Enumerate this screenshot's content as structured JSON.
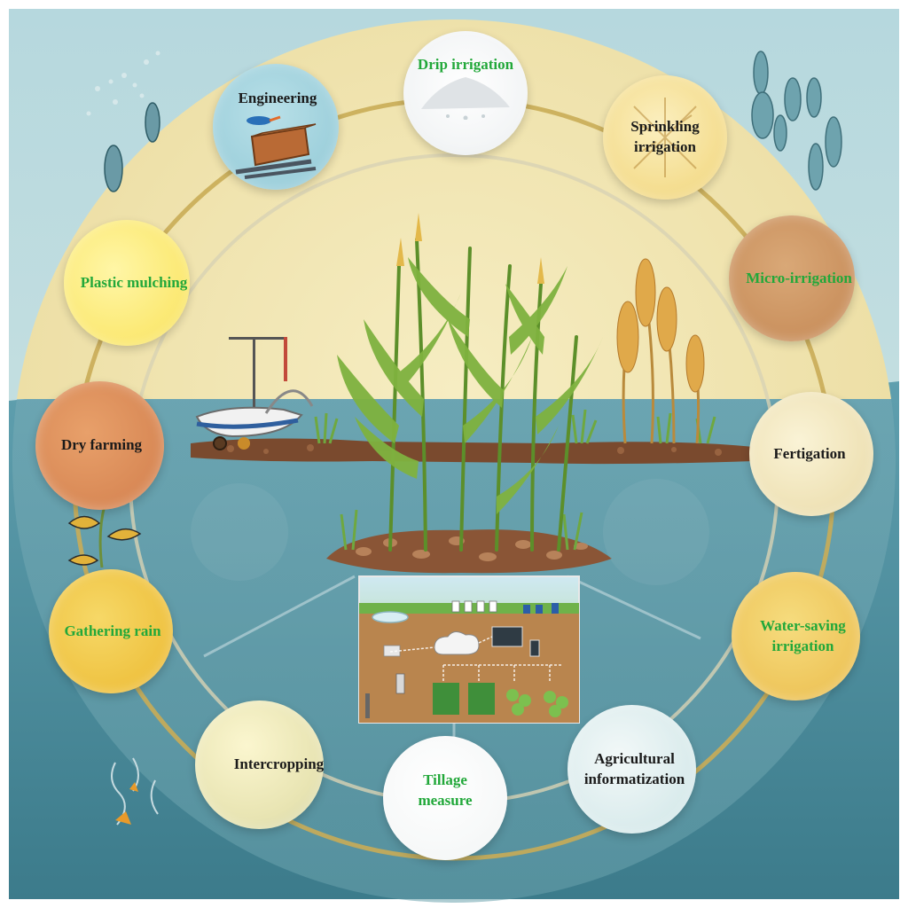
{
  "nodes": {
    "drip_irrigation": {
      "label": "Drip irrigation",
      "color": "#22a83a"
    },
    "sprinkling_irrigation": {
      "label": "Sprinkling\nirrigation",
      "color": "#1a1a1a"
    },
    "micro_irrigation": {
      "label": "Micro-irrigation",
      "color": "#22a83a"
    },
    "fertigation": {
      "label": "Fertigation",
      "color": "#1a1a1a"
    },
    "water_saving_irrigation": {
      "label": "Water-saving\nirrigation",
      "color": "#22a83a"
    },
    "agricultural_informatization": {
      "label": "Agricultural\ninformatization",
      "color": "#1a1a1a"
    },
    "tillage_measure": {
      "label": "Tillage\nmeasure",
      "color": "#22a83a"
    },
    "intercropping": {
      "label": "Intercropping",
      "color": "#1a1a1a"
    },
    "gathering_rain": {
      "label": "Gathering rain",
      "color": "#22a83a"
    },
    "dry_farming": {
      "label": "Dry farming",
      "color": "#1a1a1a"
    },
    "plastic_mulching": {
      "label": "Plastic mulching",
      "color": "#22a83a"
    },
    "engineering": {
      "label": "Engineering",
      "color": "#1a1a1a"
    }
  },
  "palette": {
    "sky": "#bfdde2",
    "water": "#4f8fa0",
    "sun_disc": "#f1e6b3",
    "ring": "#c9ac57",
    "soil": "#7a4a2e"
  }
}
